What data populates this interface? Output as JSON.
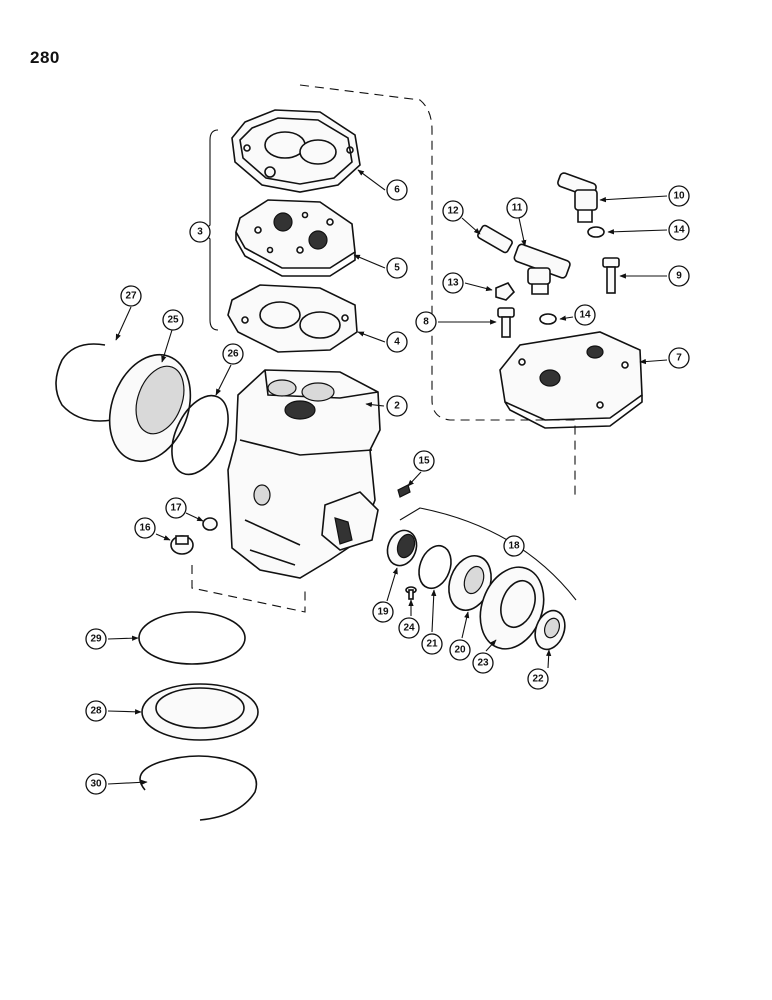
{
  "page_number": "280",
  "callouts": [
    "2",
    "3",
    "4",
    "5",
    "6",
    "7",
    "8",
    "9",
    "10",
    "11",
    "12",
    "13",
    "14",
    "14",
    "15",
    "16",
    "17",
    "18",
    "19",
    "20",
    "21",
    "22",
    "23",
    "24",
    "25",
    "26",
    "27",
    "28",
    "29",
    "30"
  ]
}
